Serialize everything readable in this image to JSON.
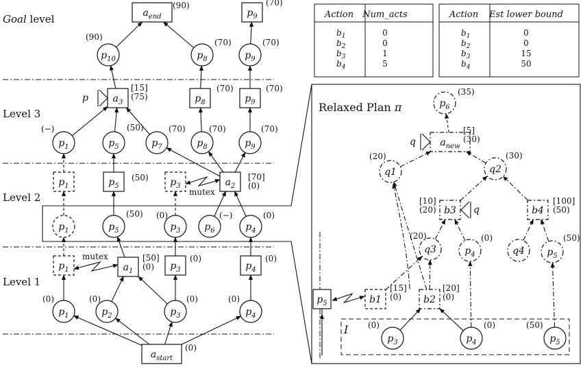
{
  "levels": {
    "goal": "Goal",
    "goal_suffix": "level",
    "level3": "Level 3",
    "level2": "Level 2",
    "level1": "Level 1"
  },
  "left_graph": {
    "nodes": [
      {
        "id": "a_end",
        "label": "a",
        "sub": "end",
        "kind": "action",
        "style": "solid",
        "shaded": true,
        "cost": "(90)"
      },
      {
        "id": "p9_top",
        "label": "p",
        "sub": "9",
        "kind": "action",
        "style": "solid",
        "shaded": false,
        "cost": "(70)"
      },
      {
        "id": "p10_g",
        "label": "p",
        "sub": "10",
        "kind": "prop",
        "style": "solid",
        "cost": "(90)"
      },
      {
        "id": "p8_g",
        "label": "p",
        "sub": "8",
        "kind": "prop",
        "style": "solid",
        "cost": "(70)"
      },
      {
        "id": "p9_g",
        "label": "p",
        "sub": "9",
        "kind": "prop",
        "style": "solid",
        "cost": "(70)"
      },
      {
        "id": "a3",
        "label": "a",
        "sub": "3",
        "kind": "action",
        "style": "solid",
        "shaded": true,
        "cost": "[15]",
        "cost2": "(75)"
      },
      {
        "id": "p8_a3",
        "label": "p",
        "sub": "8",
        "kind": "action",
        "style": "solid",
        "shaded": false,
        "cost": "(70)"
      },
      {
        "id": "p9_a3",
        "label": "p",
        "sub": "9",
        "kind": "action",
        "style": "solid",
        "shaded": false,
        "cost": "(70)"
      },
      {
        "id": "p1_l3",
        "label": "p",
        "sub": "1",
        "kind": "prop",
        "style": "solid",
        "cost": "(−)"
      },
      {
        "id": "p5_l3",
        "label": "p",
        "sub": "5",
        "kind": "prop",
        "style": "solid",
        "cost": "(50)"
      },
      {
        "id": "p7_l3",
        "label": "p",
        "sub": "7",
        "kind": "prop",
        "style": "solid",
        "cost": "(70)"
      },
      {
        "id": "p8_l3",
        "label": "p",
        "sub": "8",
        "kind": "prop",
        "style": "solid",
        "cost": "(70)"
      },
      {
        "id": "p9_l3",
        "label": "p",
        "sub": "9",
        "kind": "prop",
        "style": "solid",
        "cost": "(70)"
      },
      {
        "id": "p1_a2",
        "label": "p",
        "sub": "1",
        "kind": "action",
        "style": "dashed",
        "shaded": false,
        "cost": ""
      },
      {
        "id": "p5_a2",
        "label": "p",
        "sub": "5",
        "kind": "action",
        "style": "solid",
        "shaded": false,
        "cost": "(50)"
      },
      {
        "id": "p3_a2",
        "label": "p",
        "sub": "3",
        "kind": "action",
        "style": "dashed",
        "shaded": false,
        "cost": ""
      },
      {
        "id": "a2",
        "label": "a",
        "sub": "2",
        "kind": "action",
        "style": "solid",
        "shaded": true,
        "cost": "[70]",
        "cost2": "(0)"
      },
      {
        "id": "p1_l2",
        "label": "p",
        "sub": "1",
        "kind": "prop",
        "style": "dashed",
        "cost": ""
      },
      {
        "id": "p5_l2",
        "label": "p",
        "sub": "5",
        "kind": "prop",
        "style": "solid",
        "cost": "(50)"
      },
      {
        "id": "p3_l2",
        "label": "p",
        "sub": "3",
        "kind": "prop",
        "style": "solid",
        "cost": "(0)"
      },
      {
        "id": "p6_l2",
        "label": "p",
        "sub": "6",
        "kind": "prop",
        "style": "solid",
        "cost": "(−)"
      },
      {
        "id": "p4_l2",
        "label": "p",
        "sub": "4",
        "kind": "prop",
        "style": "solid",
        "cost": "(0)"
      },
      {
        "id": "p1_a1",
        "label": "p",
        "sub": "1",
        "kind": "action",
        "style": "dashed",
        "shaded": false,
        "cost": ""
      },
      {
        "id": "a1",
        "label": "a",
        "sub": "1",
        "kind": "action",
        "style": "solid",
        "shaded": true,
        "cost": "[50]",
        "cost2": "(0)"
      },
      {
        "id": "p3_a1",
        "label": "p",
        "sub": "3",
        "kind": "action",
        "style": "solid",
        "shaded": false,
        "cost": "(0)"
      },
      {
        "id": "p4_a1",
        "label": "p",
        "sub": "4",
        "kind": "action",
        "style": "solid",
        "shaded": false,
        "cost": "(0)"
      },
      {
        "id": "p1_l1",
        "label": "p",
        "sub": "1",
        "kind": "prop",
        "style": "solid",
        "cost": "(0)"
      },
      {
        "id": "p2_l1",
        "label": "p",
        "sub": "2",
        "kind": "prop",
        "style": "solid",
        "cost": "(0)"
      },
      {
        "id": "p3_l1",
        "label": "p",
        "sub": "3",
        "kind": "prop",
        "style": "solid",
        "cost": "(0)"
      },
      {
        "id": "p4_l1",
        "label": "p",
        "sub": "4",
        "kind": "prop",
        "style": "solid",
        "cost": "(0)"
      },
      {
        "id": "a_start",
        "label": "a",
        "sub": "start",
        "kind": "action",
        "style": "solid",
        "shaded": true,
        "cost": "(0)"
      }
    ],
    "edges": [
      [
        "p10_g",
        "a_end",
        "solid"
      ],
      [
        "p8_g",
        "a_end",
        "solid"
      ],
      [
        "p9_g",
        "p9_top",
        "solid"
      ],
      [
        "a3",
        "p10_g",
        "solid"
      ],
      [
        "p8_a3",
        "p8_g",
        "solid"
      ],
      [
        "p9_a3",
        "p9_g",
        "solid"
      ],
      [
        "p1_l3",
        "a3",
        "solid"
      ],
      [
        "p5_l3",
        "a3",
        "solid"
      ],
      [
        "p7_l3",
        "a3",
        "solid"
      ],
      [
        "p8_l3",
        "p8_a3",
        "solid"
      ],
      [
        "p9_l3",
        "p9_a3",
        "solid"
      ],
      [
        "p1_a2",
        "p1_l3",
        "dashed"
      ],
      [
        "p5_a2",
        "p5_l3",
        "solid"
      ],
      [
        "a2",
        "p7_l3",
        "solid"
      ],
      [
        "a2",
        "p8_l3",
        "solid"
      ],
      [
        "a2",
        "p9_l3",
        "solid"
      ],
      [
        "p1_l2",
        "p1_a2",
        "dashed"
      ],
      [
        "p5_l2",
        "p5_a2",
        "solid"
      ],
      [
        "p3_l2",
        "p3_a2",
        "dashed"
      ],
      [
        "p6_l2",
        "a2",
        "solid"
      ],
      [
        "p4_l2",
        "a2",
        "solid"
      ],
      [
        "p1_a1",
        "p1_l2",
        "dashed"
      ],
      [
        "a1",
        "p5_l2",
        "solid"
      ],
      [
        "p3_a1",
        "p3_l2",
        "solid"
      ],
      [
        "p4_a1",
        "p4_l2",
        "solid"
      ],
      [
        "p1_l1",
        "p1_a1",
        "solid"
      ],
      [
        "p2_l1",
        "a1",
        "solid"
      ],
      [
        "p3_l1",
        "a1",
        "solid"
      ],
      [
        "p3_l1",
        "p3_a1",
        "solid"
      ],
      [
        "p4_l1",
        "p4_a1",
        "solid"
      ],
      [
        "a_start",
        "p1_l1",
        "solid"
      ],
      [
        "a_start",
        "p2_l1",
        "solid"
      ],
      [
        "a_start",
        "p3_l1",
        "solid"
      ],
      [
        "a_start",
        "p4_l1",
        "solid"
      ]
    ],
    "mutex": [
      {
        "from": "p3_a2",
        "to": "a2",
        "label": "mutex"
      },
      {
        "from": "p1_a1",
        "to": "a1",
        "label": "mutex"
      }
    ],
    "p_label": "p"
  },
  "relaxed_plan": {
    "title_a": "Relaxed",
    "title_b": "Plan",
    "title_c": "π",
    "init_label": "I",
    "q_label": "q",
    "nodes": [
      {
        "id": "rp_p6",
        "label": "p",
        "sub": "6",
        "kind": "prop",
        "style": "dashdot",
        "cost": "(35)"
      },
      {
        "id": "rp_anew",
        "label": "a",
        "sub": "new",
        "kind": "action",
        "style": "dashdot",
        "shaded": true,
        "cost": "[5]",
        "cost2": "(30)"
      },
      {
        "id": "rp_q1",
        "label": "q1",
        "sub": "",
        "kind": "prop",
        "style": "dashdot",
        "cost": "(20)"
      },
      {
        "id": "rp_q2",
        "label": "q2",
        "sub": "",
        "kind": "prop",
        "style": "dashdot",
        "cost": "(30)"
      },
      {
        "id": "rp_b3",
        "label": "b3",
        "sub": "",
        "kind": "action",
        "style": "dashdot",
        "shaded": true,
        "cost": "[10]",
        "cost2": "(20)"
      },
      {
        "id": "rp_b4",
        "label": "b4",
        "sub": "",
        "kind": "action",
        "style": "dashdot",
        "shaded": false,
        "cost": "[100]",
        "cost2": "(50)"
      },
      {
        "id": "rp_q3",
        "label": "q3",
        "sub": "",
        "kind": "prop",
        "style": "dashdot",
        "cost": "(20)"
      },
      {
        "id": "rp_p4m",
        "label": "p",
        "sub": "4",
        "kind": "prop",
        "style": "dashdot",
        "cost": "(0)"
      },
      {
        "id": "rp_q4",
        "label": "q4",
        "sub": "",
        "kind": "prop",
        "style": "dashdot",
        "cost": ""
      },
      {
        "id": "rp_p5m",
        "label": "p",
        "sub": "5",
        "kind": "prop",
        "style": "dashdot",
        "cost": "(50)"
      },
      {
        "id": "rp_p5box",
        "label": "p",
        "sub": "5",
        "kind": "action",
        "style": "solid",
        "shaded": false,
        "cost": ""
      },
      {
        "id": "rp_b1",
        "label": "b1",
        "sub": "",
        "kind": "action",
        "style": "dashed",
        "shaded": false,
        "cost": "[15]",
        "cost2": "(0)"
      },
      {
        "id": "rp_b2",
        "label": "b2",
        "sub": "",
        "kind": "action",
        "style": "dashdot",
        "shaded": true,
        "cost": "[20]",
        "cost2": "(0)"
      },
      {
        "id": "rp_p3",
        "label": "p",
        "sub": "3",
        "kind": "prop",
        "style": "solid",
        "cost": "(0)"
      },
      {
        "id": "rp_p4",
        "label": "p",
        "sub": "4",
        "kind": "prop",
        "style": "solid",
        "cost": "(0)"
      },
      {
        "id": "rp_p5",
        "label": "p",
        "sub": "5",
        "kind": "prop",
        "style": "solid",
        "cost": "(50)"
      }
    ],
    "edges": [
      [
        "rp_anew",
        "rp_p6",
        "dashed"
      ],
      [
        "rp_q1",
        "rp_anew",
        "dashdot"
      ],
      [
        "rp_q2",
        "rp_anew",
        "dashdot"
      ],
      [
        "rp_b3",
        "rp_q2",
        "dashdot"
      ],
      [
        "rp_b4",
        "rp_q2",
        "dashdot"
      ],
      [
        "rp_q3",
        "rp_b3",
        "dashdot"
      ],
      [
        "rp_p4m",
        "rp_b3",
        "dashdot"
      ],
      [
        "rp_q4",
        "rp_b4",
        "dashdot"
      ],
      [
        "rp_p5m",
        "rp_b4",
        "dashdot"
      ],
      [
        "rp_b2",
        "rp_q3",
        "dashdot"
      ],
      [
        "rp_b1",
        "rp_q3",
        "dashdot"
      ],
      [
        "rp_b2",
        "rp_q1",
        "dashdot"
      ],
      [
        "rp_p3",
        "rp_b2",
        "solid"
      ],
      [
        "rp_p4",
        "rp_b2",
        "solid"
      ],
      [
        "rp_p4",
        "rp_p4m",
        "dashdot"
      ],
      [
        "rp_p5",
        "rp_p5m",
        "dashdot"
      ]
    ]
  },
  "table_num_acts": {
    "headers": [
      "Action",
      "Num_acts"
    ],
    "rows": [
      [
        "b",
        "1",
        "0"
      ],
      [
        "b",
        "2",
        "0"
      ],
      [
        "b",
        "3",
        "1"
      ],
      [
        "b",
        "4",
        "5"
      ]
    ]
  },
  "table_lower_bound": {
    "headers": [
      "Action",
      "Est lower bound"
    ],
    "rows": [
      [
        "b",
        "1",
        "0"
      ],
      [
        "b",
        "2",
        "0"
      ],
      [
        "b",
        "3",
        "15"
      ],
      [
        "b",
        "4",
        "50"
      ]
    ]
  }
}
